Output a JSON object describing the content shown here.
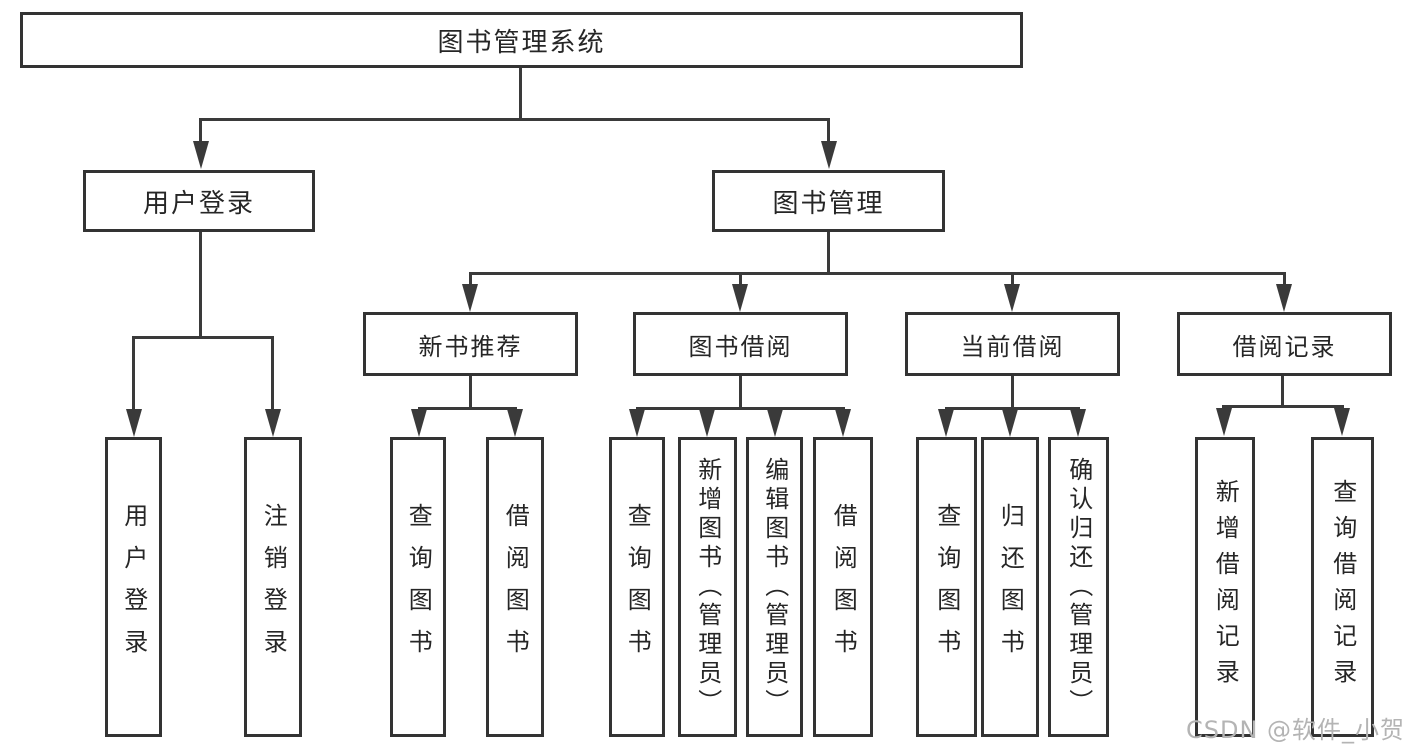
{
  "tree": {
    "label": "图书管理系统",
    "children": [
      {
        "label": "用户登录",
        "children": [
          {
            "label": "用户登录"
          },
          {
            "label": "注销登录"
          }
        ]
      },
      {
        "label": "图书管理",
        "children": [
          {
            "label": "新书推荐",
            "children": [
              {
                "label": "查询图书"
              },
              {
                "label": "借阅图书"
              }
            ]
          },
          {
            "label": "图书借阅",
            "children": [
              {
                "label": "查询图书"
              },
              {
                "label": "新增图书（管理员）"
              },
              {
                "label": "编辑图书（管理员）"
              },
              {
                "label": "借阅图书"
              }
            ]
          },
          {
            "label": "当前借阅",
            "children": [
              {
                "label": "查询图书"
              },
              {
                "label": "归还图书"
              },
              {
                "label": "确认归还（管理员）"
              }
            ]
          },
          {
            "label": "借阅记录",
            "children": [
              {
                "label": "新增借阅记录"
              },
              {
                "label": "查询借阅记录"
              }
            ]
          }
        ]
      }
    ]
  },
  "watermark": {
    "text": "CSDN @软件_小贺同学"
  },
  "colors": {
    "line": "#3a3a3a",
    "border": "#333333",
    "text": "#262626",
    "watermark": "#b4b4b4",
    "background": "#ffffff"
  }
}
